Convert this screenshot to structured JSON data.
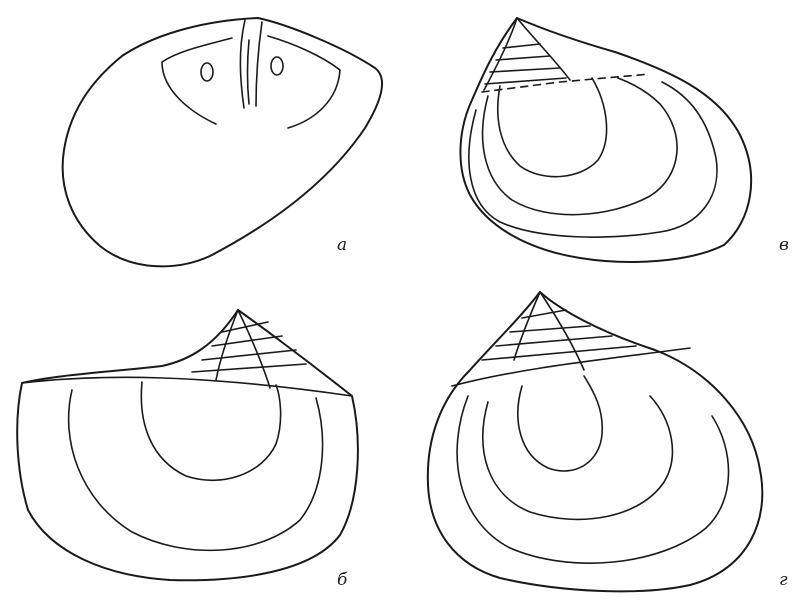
{
  "figure": {
    "panels": [
      {
        "id": "a",
        "label": "а"
      },
      {
        "id": "v",
        "label": "в"
      },
      {
        "id": "b",
        "label": "б"
      },
      {
        "id": "g",
        "label": "г"
      }
    ]
  }
}
